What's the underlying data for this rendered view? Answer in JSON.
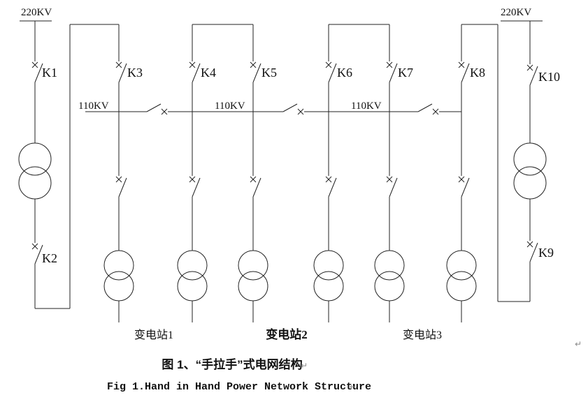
{
  "diagram": {
    "sources": {
      "left_voltage": "220KV",
      "right_voltage": "220KV"
    },
    "bus_labels": [
      "110KV",
      "110KV",
      "110KV"
    ],
    "switch_labels": {
      "k1": "K1",
      "k2": "K2",
      "k3": "K3",
      "k4": "K4",
      "k5": "K5",
      "k6": "K6",
      "k7": "K7",
      "k8": "K8",
      "k9": "K9",
      "k10": "K10"
    },
    "substations": {
      "s1": "变电站1",
      "s2": "变电站2",
      "s3": "变电站3"
    },
    "captions": {
      "zh": "图 1、“手拉手”式电网结构",
      "en": "Fig 1.Hand in Hand Power Network Structure"
    },
    "marks": {
      "return": "↵"
    }
  }
}
